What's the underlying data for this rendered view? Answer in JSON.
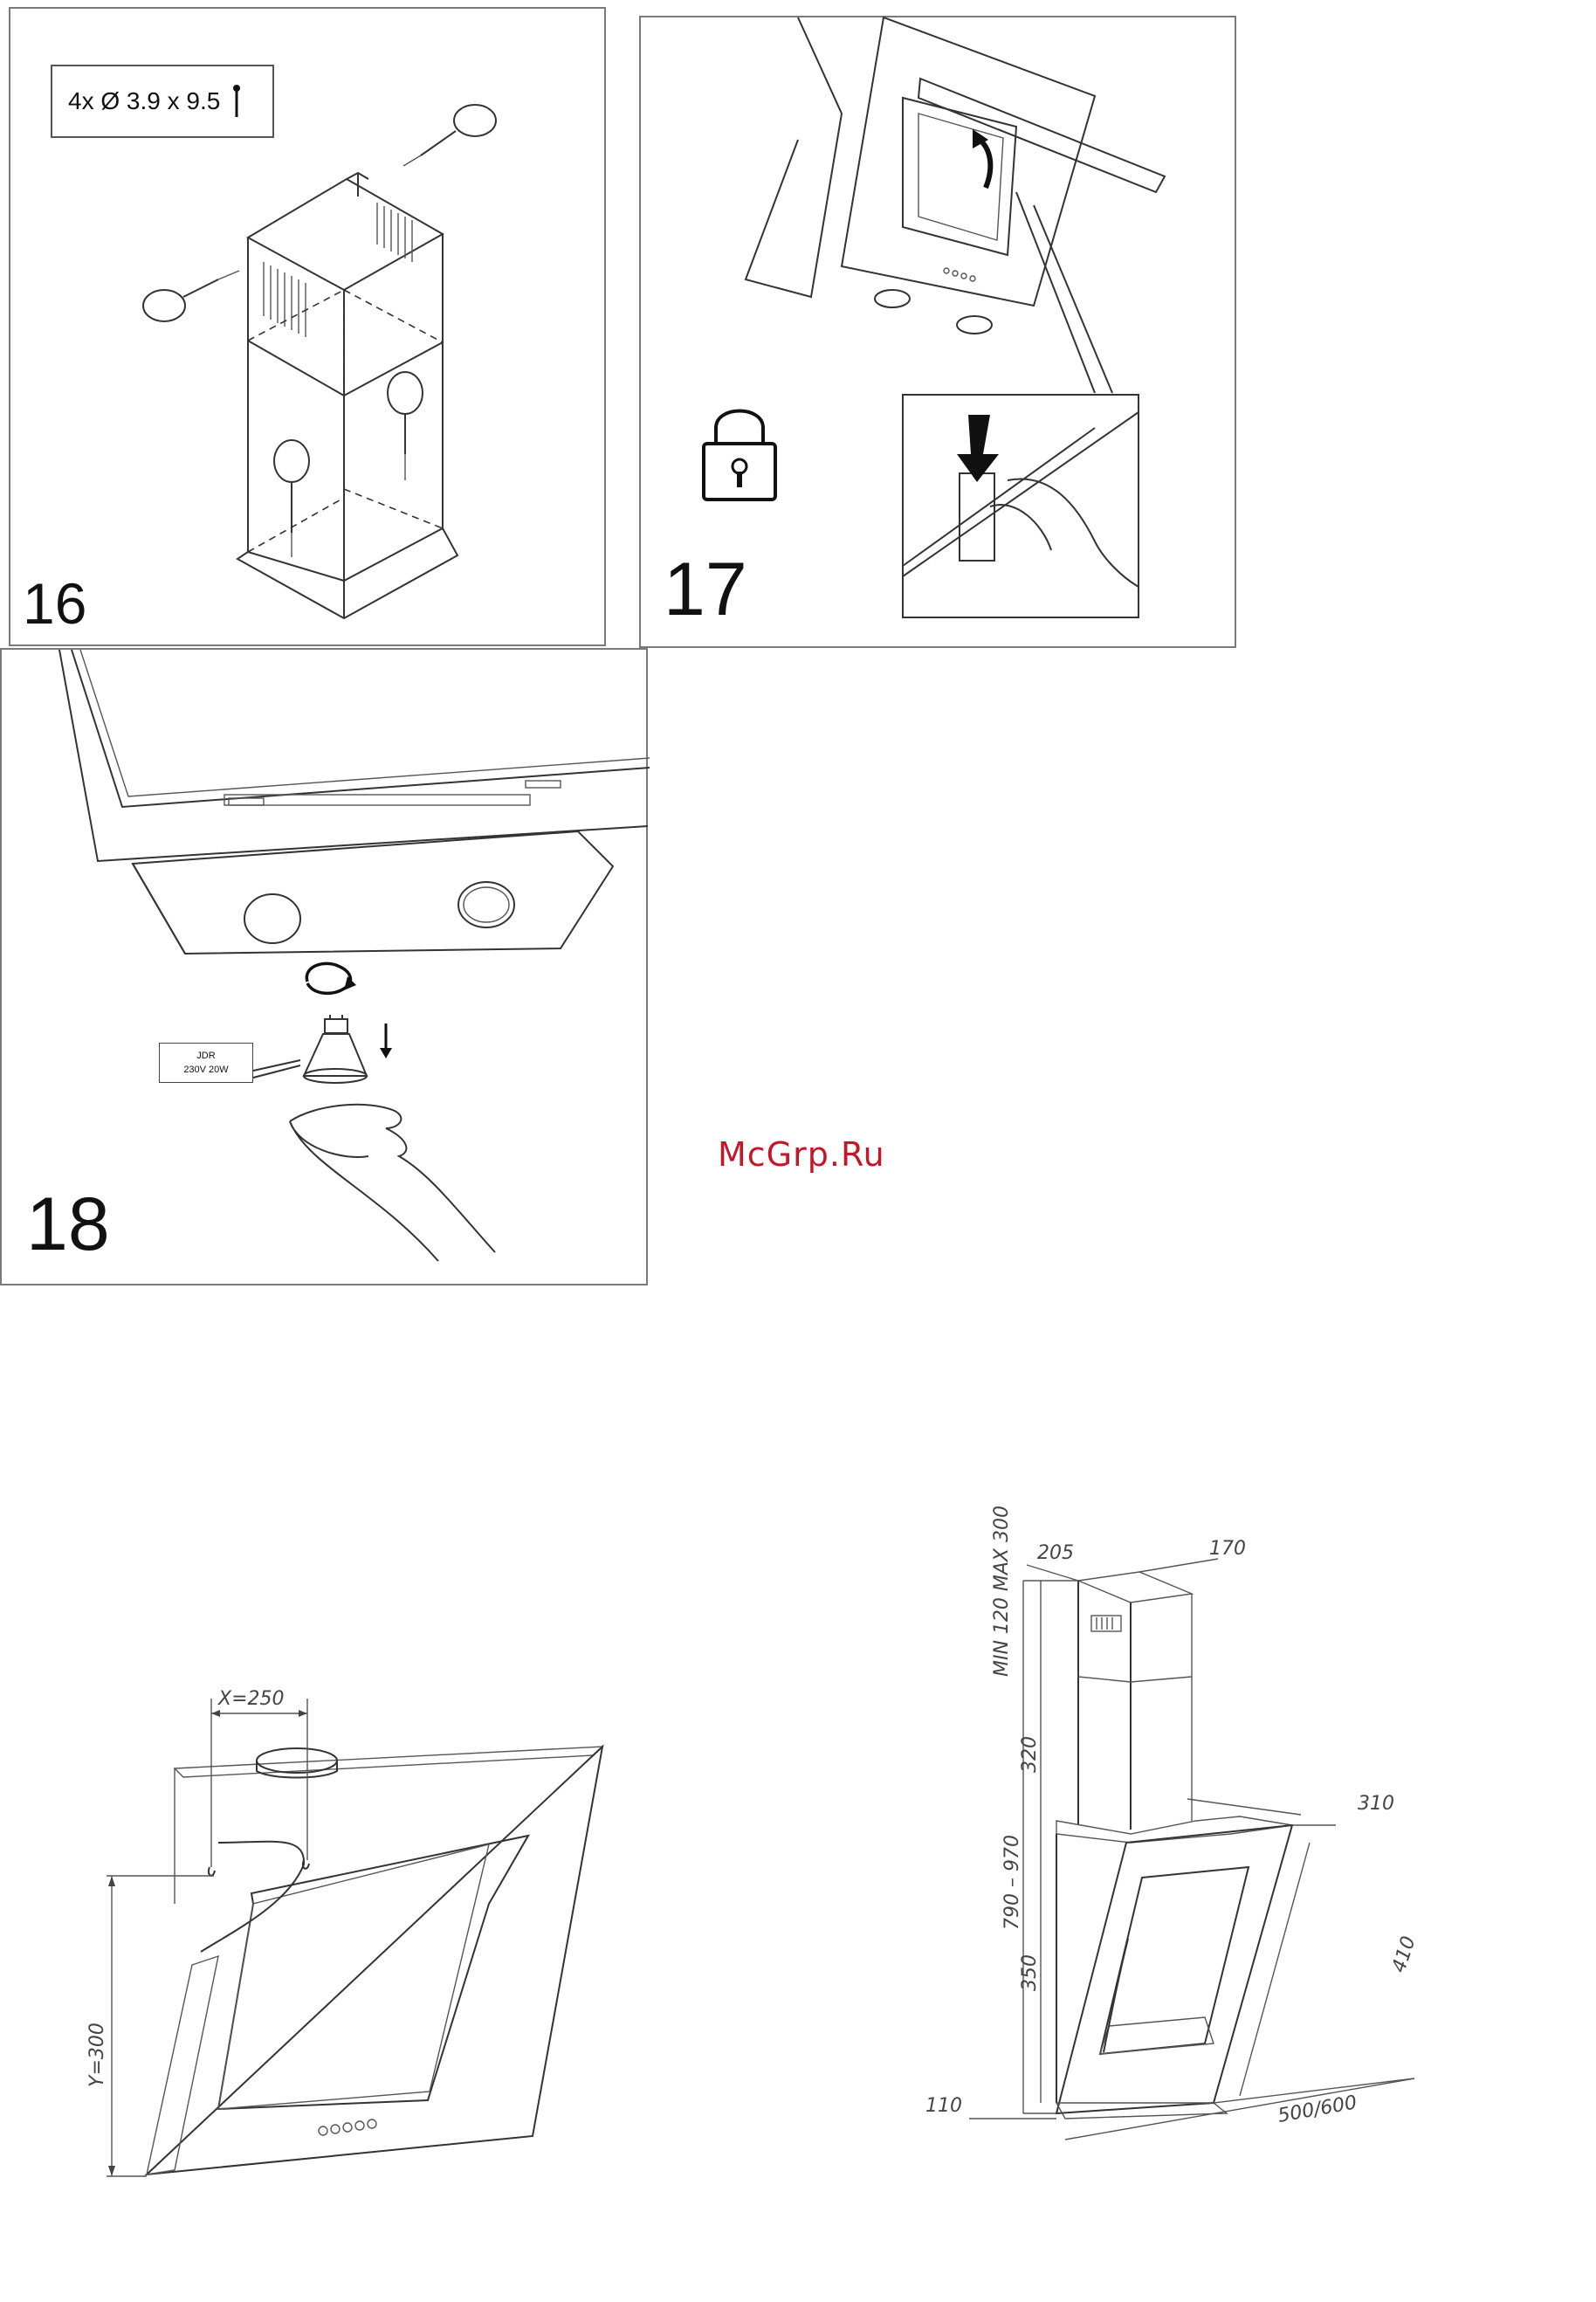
{
  "panels": {
    "p16": {
      "step": "16",
      "screw_spec": "4x Ø 3.9 x 9.5",
      "screw_icon": "screw-icon"
    },
    "p17": {
      "step": "17",
      "lock_icon": "padlock-icon"
    },
    "p18": {
      "step": "18",
      "lamp_type": "JDR",
      "lamp_rating": "230V 20W"
    }
  },
  "watermark": "McGrp.Ru",
  "mounting": {
    "x_label": "X=250",
    "y_label": "Y=300"
  },
  "dimensions": {
    "top_depth": "205",
    "top_width": "170",
    "min_max": "MIN 120  MAX 300",
    "chimney_lower": "320",
    "total_height": "790 – 970",
    "hood_height": "350",
    "bottom_offset": "110",
    "hood_depth": "310",
    "glass_height": "410",
    "width": "500/600"
  }
}
